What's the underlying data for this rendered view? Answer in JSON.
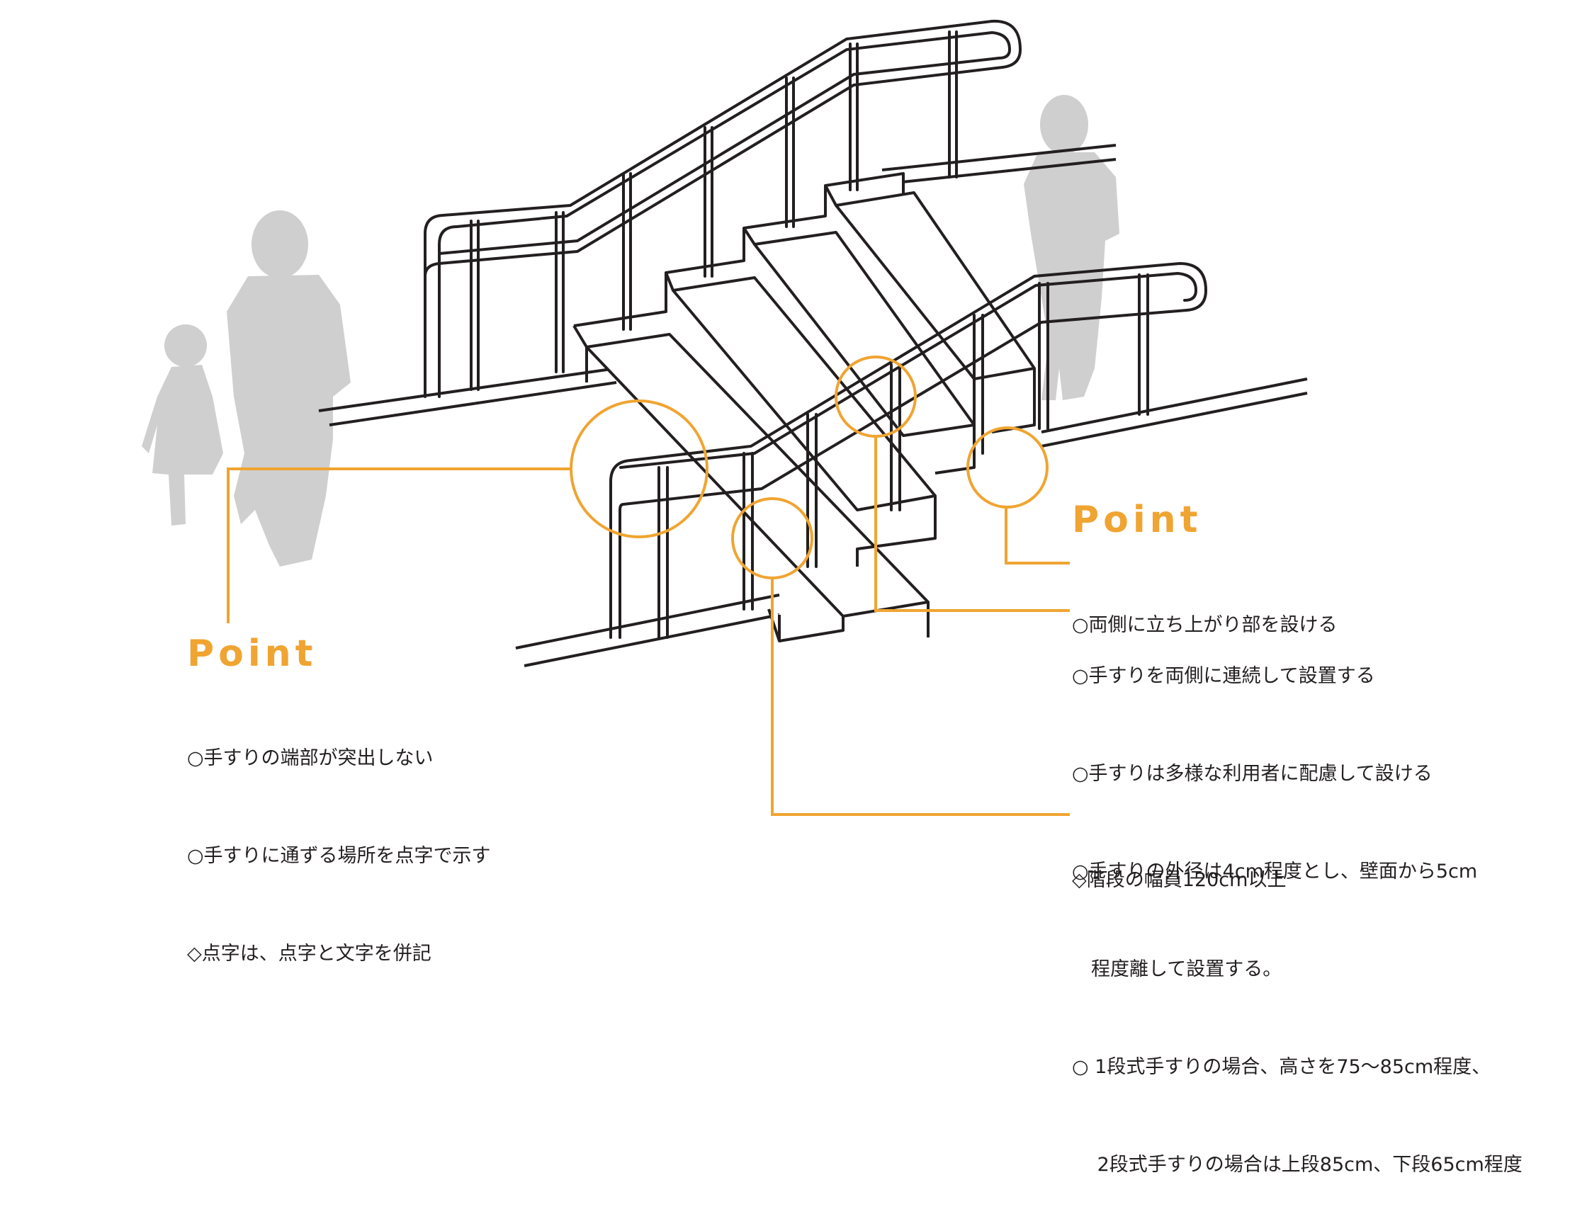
{
  "colors": {
    "accent": "#f0a431",
    "line": "#231f20",
    "silhouette": "#cfcfcf"
  },
  "figure": {
    "icons": [
      "child-silhouette-icon",
      "adult-silhouette-icon",
      "walking-person-silhouette-icon",
      "staircase-handrail-illustration"
    ]
  },
  "left_point": {
    "heading": "Point",
    "items": [
      "○手すりの端部が突出しない",
      "○手すりに通ずる場所を点字で示す",
      "◇点字は、点字と文字を併記"
    ]
  },
  "right_point": {
    "heading": "Point",
    "items": [
      "○両側に立ち上がり部を設ける",
      "○手すりを両側に連続して設置する",
      "○手すりは多様な利用者に配慮して設ける",
      "○手すりの外径は4cm程度とし、壁面から5cm",
      "　程度離して設置する。",
      "○ 1段式手すりの場合、高さを75～85cm程度、",
      "　 2段式手すりの場合は上段85cm、下段65cm程度",
      "◇階段の幅員120cm以上"
    ]
  }
}
